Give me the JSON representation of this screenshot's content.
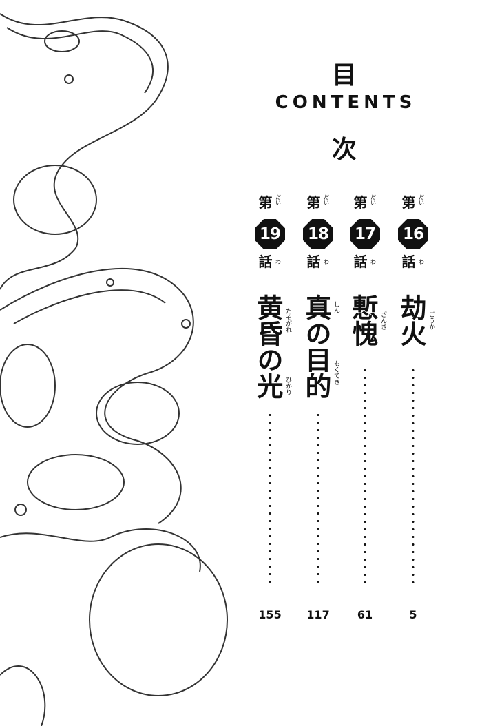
{
  "header": {
    "top_kanji": "目",
    "label": "CONTENTS",
    "bottom_kanji": "次"
  },
  "chapters": [
    {
      "dai": "第",
      "dai_reading": "だい",
      "number": "16",
      "wa": "話",
      "wa_reading": "わ",
      "title": [
        {
          "text": "劫火",
          "ruby": "ごうか"
        }
      ],
      "page": "5"
    },
    {
      "dai": "第",
      "dai_reading": "だい",
      "number": "17",
      "wa": "話",
      "wa_reading": "わ",
      "title": [
        {
          "text": "慙愧",
          "ruby": "ざんき"
        }
      ],
      "page": "61"
    },
    {
      "dai": "第",
      "dai_reading": "だい",
      "number": "18",
      "wa": "話",
      "wa_reading": "わ",
      "title": [
        {
          "text": "真",
          "ruby": "しん"
        },
        {
          "text": "の",
          "ruby": ""
        },
        {
          "text": "目的",
          "ruby": "もくてき"
        }
      ],
      "page": "117"
    },
    {
      "dai": "第",
      "dai_reading": "だい",
      "number": "19",
      "wa": "話",
      "wa_reading": "わ",
      "title": [
        {
          "text": "黄昏",
          "ruby": "たそがれ"
        },
        {
          "text": "の",
          "ruby": ""
        },
        {
          "text": "光",
          "ruby": "ひかり"
        }
      ],
      "page": "155"
    }
  ]
}
